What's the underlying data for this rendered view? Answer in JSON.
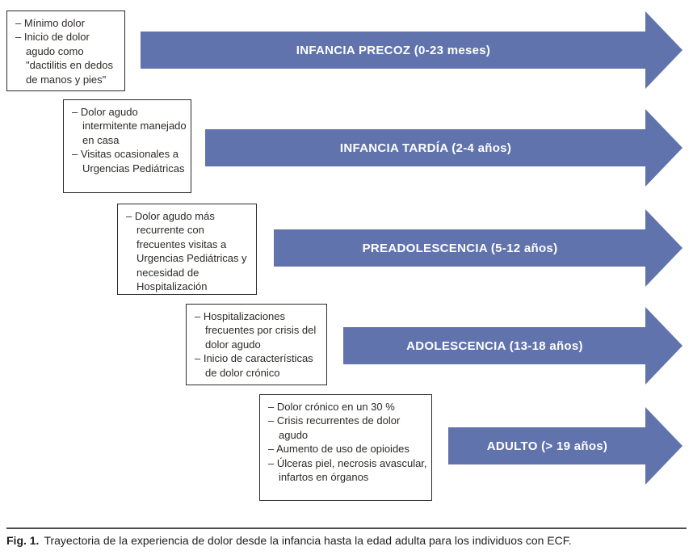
{
  "colors": {
    "arrow": "#6173ac",
    "box-border": "#2b2b2b",
    "ink": "#2e2a27",
    "rule": "#4d4d4d"
  },
  "rows": [
    {
      "stage": "INFANCIA PRECOZ (0-23 meses)",
      "bullets": [
        "– Mínimo dolor",
        "– Inicio de dolor agudo como \"dactilitis en dedos de manos y pies\""
      ]
    },
    {
      "stage": "INFANCIA TARDÍA (2-4 años)",
      "bullets": [
        "– Dolor agudo intermitente manejado en casa",
        "– Visitas ocasionales a Urgencias Pediátricas"
      ]
    },
    {
      "stage": "PREADOLESCENCIA (5-12 años)",
      "bullets": [
        "– Dolor agudo más recurrente con frecuentes visitas a Urgencias Pediátricas y necesidad de Hospitalización"
      ]
    },
    {
      "stage": "ADOLESCENCIA (13-18 años)",
      "bullets": [
        "– Hospitalizaciones frecuentes por crisis del dolor agudo",
        "– Inicio de características de dolor crónico"
      ]
    },
    {
      "stage": "ADULTO (> 19 años)",
      "bullets": [
        "– Dolor crónico en un 30 %",
        "– Crisis recurrentes de dolor agudo",
        "– Aumento de uso de opioides",
        "– Úlceras piel, necrosis avascular, infartos en órganos"
      ]
    }
  ],
  "caption": {
    "label": "Fig. 1.",
    "text": "Trayectoria de la experiencia de dolor desde la infancia hasta la edad adulta para los individuos con ECF."
  }
}
